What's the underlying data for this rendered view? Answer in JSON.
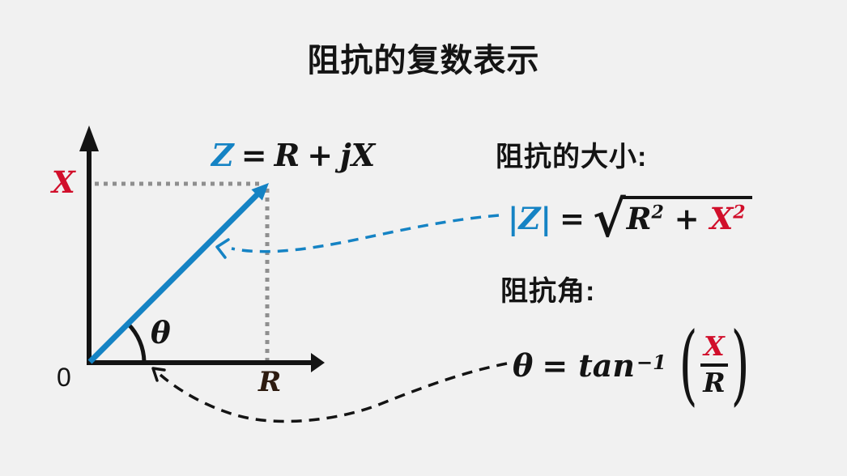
{
  "title": "阻抗的复数表示",
  "colors": {
    "background": "#f1f1f1",
    "ink": "#141414",
    "blue": "#1583c4",
    "red": "#d10f2b",
    "maroon": "#2d1b10",
    "gray_dotted": "#8f8f8f"
  },
  "diagram": {
    "origin_label": "0",
    "x_axis_label": "X",
    "r_axis_label": "R",
    "theta_label": "θ",
    "vector_formula": {
      "lhs": "Z",
      "equals": "=",
      "term1": "R",
      "plus": "+",
      "term2": "jX"
    }
  },
  "magnitude": {
    "header": "阻抗的大小:",
    "formula": {
      "lhs": "|Z|",
      "equals": "=",
      "radical": "√",
      "term1_base": "R",
      "term1_exp": "2",
      "plus": "+",
      "term2_base": "X",
      "term2_exp": "2"
    }
  },
  "angle": {
    "header": "阻抗角:",
    "formula": {
      "lhs": "θ",
      "equals": "=",
      "func": "tan",
      "func_exp": "−1",
      "open_paren": "(",
      "numerator": "X",
      "denominator": "R",
      "close_paren": ")"
    }
  }
}
